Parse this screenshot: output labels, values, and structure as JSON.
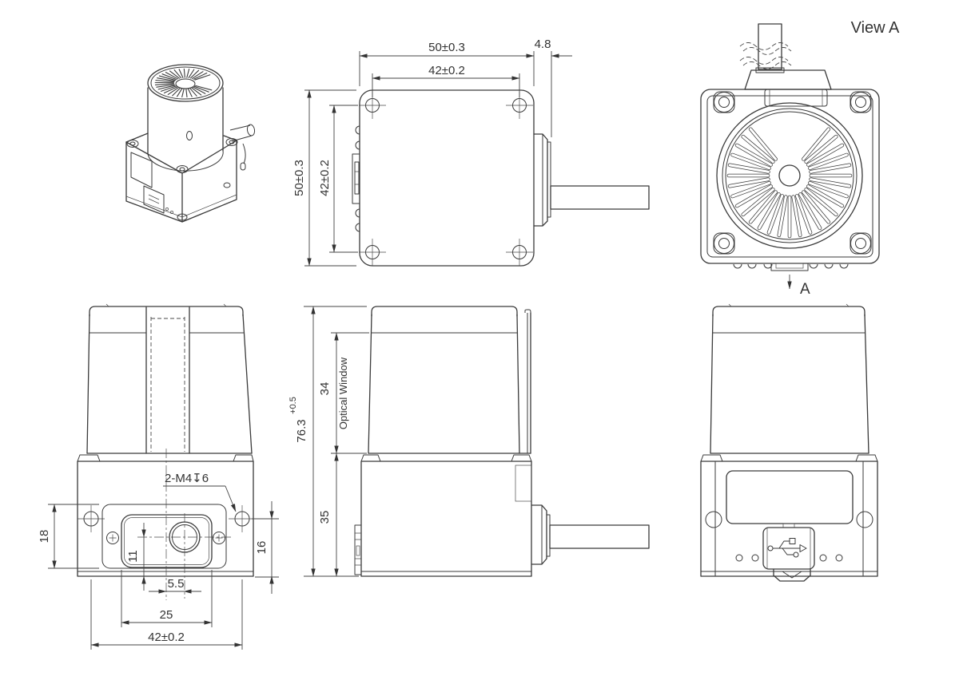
{
  "drawing": {
    "view_a_label": "View A",
    "section_arrow_label": "A",
    "top_view": {
      "dim_width_outer": "50±0.3",
      "dim_width_holes": "42±0.2",
      "dim_connector": "4.8",
      "dim_depth_outer": "50±0.3",
      "dim_depth_holes": "42±0.2"
    },
    "front_view": {
      "callout": "2-M4↧6",
      "dim_recess_height": "18",
      "dim_aperture_to_base": "11",
      "dim_aperture_offset": "5.5",
      "dim_window_width": "25",
      "dim_hole_spacing": "42±0.2",
      "dim_hole_to_base": "16"
    },
    "side_view": {
      "dim_overall": "76.3",
      "dim_overall_tol": "+0.5",
      "dim_window_height": "34",
      "dim_base_height": "35",
      "optical_window_label": "Optical Window"
    }
  }
}
